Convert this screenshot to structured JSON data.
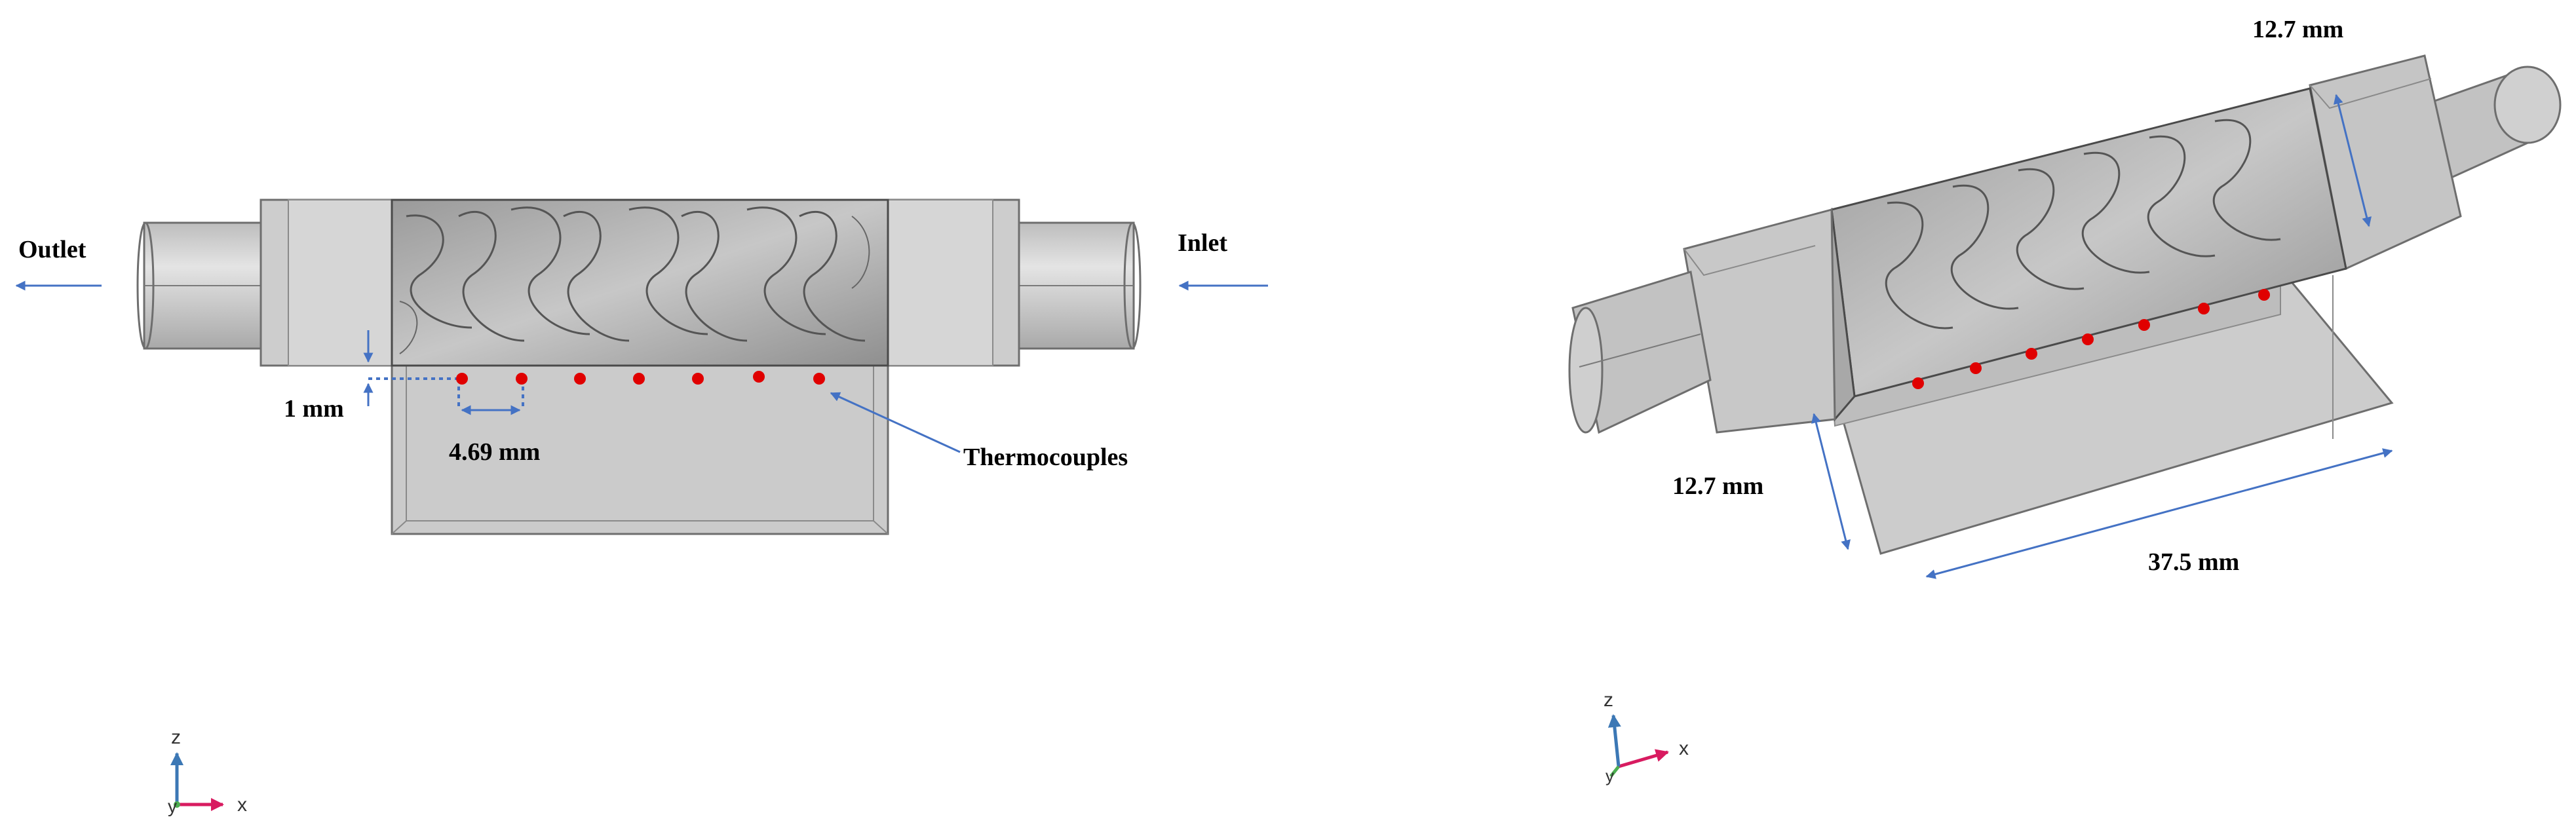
{
  "colors": {
    "arrow": "#4472C4",
    "thermocouple": "#E00000",
    "body_fill": "#C9C9C9",
    "body_stroke": "#6E6E6E",
    "axis_x": "#D81B60",
    "axis_z": "#3C78B5",
    "axis_y": "#4CAF50"
  },
  "left_view": {
    "outlet_label": "Outlet",
    "inlet_label": "Inlet",
    "gap_label": "1 mm",
    "spacing_label": "4.69 mm",
    "thermocouples_label": "Thermocouples",
    "thermocouple_count": 7,
    "axis": {
      "z": "z",
      "y": "y",
      "x": "x"
    }
  },
  "right_view": {
    "top_dim_label": "12.7 mm",
    "side_dim_label": "12.7 mm",
    "length_dim_label": "37.5 mm",
    "thermocouple_count": 7,
    "axis": {
      "z": "z",
      "y": "y",
      "x": "x"
    }
  },
  "icons": [
    "flow-arrow-icon",
    "thermocouple-dot-icon",
    "axis-triad-icon"
  ]
}
